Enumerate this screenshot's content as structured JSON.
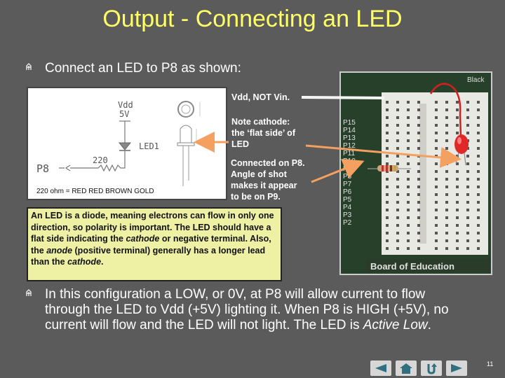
{
  "slide": {
    "title": "Output - Connecting an LED",
    "bullet1": "Connect an LED to P8 as shown:",
    "bullet2_parts": [
      "In this configuration a LOW, or 0V, at P8 will allow current to flow through the LED to Vdd (+5V) lighting it.  When P8 is HIGH (+5V), no current will flow and the LED will not light. The LED is ",
      "Active Low",
      "."
    ],
    "page_number": "11"
  },
  "schematic": {
    "vdd": "Vdd",
    "v5": "5V",
    "led_label": "LED1",
    "resistor_label": "220",
    "pin_label": "P8",
    "caption": "220 ohm = RED RED BROWN GOLD"
  },
  "callouts": {
    "vdd_note": "Vdd, NOT Vin.",
    "cathode_note": [
      "Note cathode:",
      "the ‘flat side’ of",
      "LED"
    ],
    "p8_note": [
      "Connected on P8.",
      "Angle of shot",
      "makes it appear",
      "to be on P9."
    ]
  },
  "diode_box": {
    "parts": [
      "An LED is a diode, meaning electrons can flow in only one direction, so polarity is important. The LED should have a flat side indicating the ",
      "cathode",
      " or negative terminal.  Also, the ",
      "anode",
      " (positive terminal) generally has a longer lead than the ",
      "cathode",
      "."
    ]
  },
  "photo": {
    "top_label": "Black",
    "bottom_label": "Board of Education",
    "pins": [
      "P15",
      "P14",
      "P13",
      "P12",
      "P11",
      "P10",
      "P9",
      "P8",
      "P7",
      "P6",
      "P5",
      "P4",
      "P3",
      "P2"
    ]
  },
  "colors": {
    "title": "#ffff66",
    "background": "#5b5b5b",
    "box": "#eef0a4",
    "arrow": "#f4a060"
  },
  "nav_icons": [
    "arrow-left-icon",
    "home-icon",
    "return-icon",
    "arrow-right-icon"
  ]
}
